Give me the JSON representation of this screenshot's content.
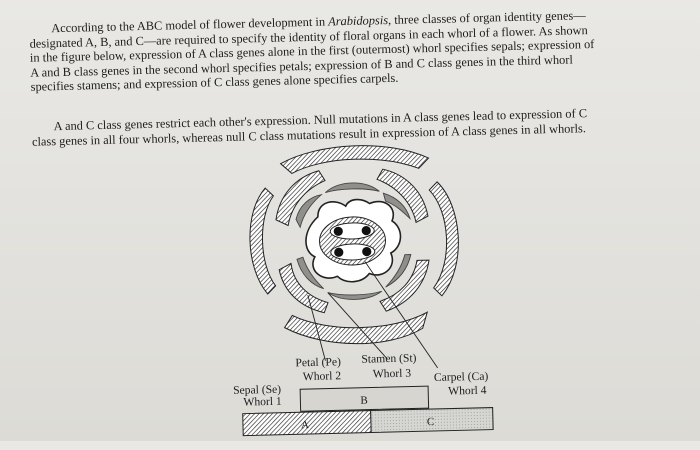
{
  "paragraph1": {
    "line1_pre": "According to the ABC model of flower development in ",
    "line1_italic": "Arabidopsis",
    "line1_post": ", three classes of organ identity genes—",
    "line2": "designated A, B, and C—are required to specify the identity of floral organs in each whorl of a flower. As shown",
    "line3": "in the figure below, expression of A class genes alone in the first (outermost) whorl specifies sepals; expression of",
    "line4": "A and B class genes in the second whorl specifies petals; expression of B and C class genes in the third whorl",
    "line5": "specifies stamens; and expression of C class genes alone specifies carpels."
  },
  "paragraph2": {
    "line1": "A and C class genes restrict each other's expression. Null mutations in A class genes lead to expression of C",
    "line2": "class genes in all four whorls, whereas null C class mutations result in expression of A class genes in all whorls."
  },
  "figure": {
    "labels": {
      "petal": "Petal (Pe)",
      "stamen": "Stamen (St)",
      "whorl2": "Whorl 2",
      "whorl3": "Whorl 3",
      "carpel": "Carpel (Ca)",
      "whorl4": "Whorl 4",
      "sepal": "Sepal (Se)",
      "whorl1": "Whorl 1"
    },
    "gene_boxes": {
      "a": "A",
      "b": "B",
      "c": "C"
    }
  }
}
